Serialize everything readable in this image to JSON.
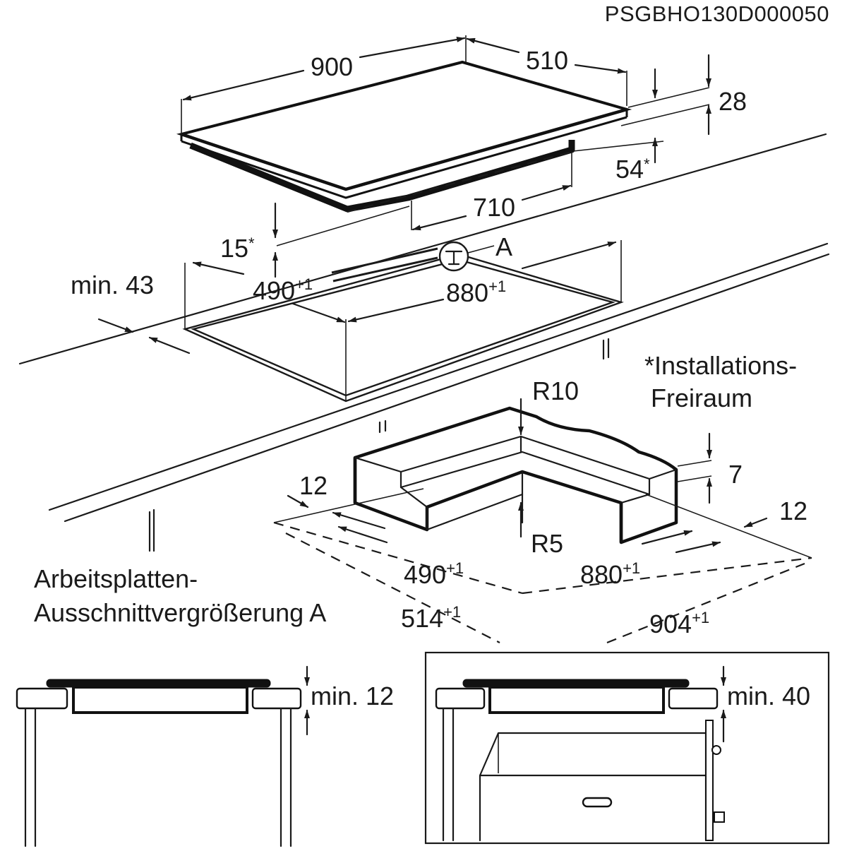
{
  "code": "PSGBHO130D000050",
  "hob": {
    "width": "900",
    "depth": "510",
    "top_height": "28",
    "total_height": "54",
    "body_width": "710",
    "clearance_below": "15",
    "clearance_mark": "*"
  },
  "cutout": {
    "depth": "490",
    "width": "880",
    "tolerance": "+1",
    "min_edge": "min. 43",
    "detail_marker": "A"
  },
  "footnote": {
    "line1": "*Installations-",
    "line2": "Freiraum"
  },
  "detail": {
    "r_outer": "R10",
    "r_inner": "R5",
    "step": "7",
    "margin_left": "12",
    "margin_right": "12",
    "depth": "490",
    "width": "880",
    "depth_total": "514",
    "width_total": "904",
    "tolerance": "+1",
    "caption_line1": "Arbeitsplatten-",
    "caption_line2": "Ausschnittvergrößerung A"
  },
  "section_left": {
    "label": "min. 12"
  },
  "section_right": {
    "label": "min. 40"
  }
}
